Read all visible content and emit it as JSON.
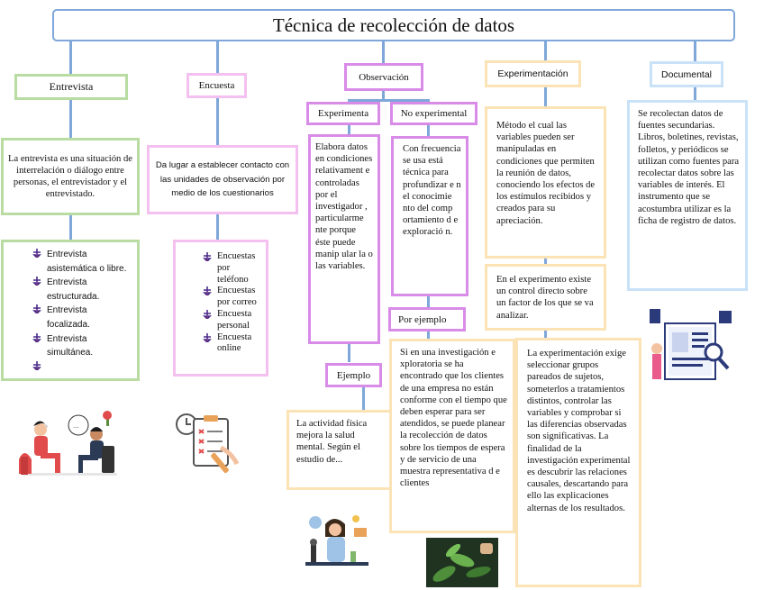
{
  "title": "Técnica de recolección de datos",
  "branches": {
    "entrevista": {
      "label": "Entrevista",
      "description": "La entrevista es una situación de interrelación o diálogo entre personas, el entrevistador y el entrevistado.",
      "types": [
        "Entrevista asistemática o libre.",
        "Entrevista estructurada.",
        "Entrevista focalizada.",
        "Entrevista simultánea.",
        ""
      ]
    },
    "encuesta": {
      "label": "Encuesta",
      "description": "Da lugar a establecer contacto con las unidades de observación por medio de los cuestionarios",
      "types": [
        "Encuestas por teléfono",
        "Encuestas por correo",
        "Encuesta personal",
        "Encuesta online"
      ]
    },
    "observacion": {
      "label": "Observación",
      "experimental": {
        "label": "Experimenta",
        "description": "Elabora datos en condiciones relativament e controladas por el investigador , particularme nte porque éste puede manip ular la o las variables.",
        "example_label": "Ejemplo",
        "example": "La actividad física mejora la salud mental. Según el estudio de..."
      },
      "no_experimental": {
        "label": "No experimental",
        "description": "Con frecuencia se usa está técnica para profundizar e n el conocimie nto del comp ortamiento d e exploració n.",
        "example_label": "Por ejemplo",
        "example": "Si en una investigación e xploratoria se ha encontrado que los clientes de una empresa no están conforme con el tiempo que deben esperar para ser atendidos, se puede planear la recolección de datos sobre los tiempos de espera y de servicio de una muestra representativa d e clientes"
      }
    },
    "experimentacion": {
      "label": "Experimentación",
      "description": "Método el cual las variables pueden ser manipuladas en condiciones que permiten la reunión de datos, conociendo los efectos de los estímulos recibidos y creados para su apreciación.",
      "control": "En el experimento existe un control directo sobre un factor de los que se va analizar.",
      "details": "La experimentación exige seleccionar grupos pareados de sujetos, someterlos a tratamientos distintos, controlar las variables y comprobar si las diferencias observadas son significativas. La finalidad de la investigación experimental es descubrir las relaciones causales, descartando para ello las explicaciones alternas de los resultados."
    },
    "documental": {
      "label": "Documental",
      "description": "Se recolectan datos de fuentes secundarias. Libros, boletines, revistas, folletos, y periódicos se utilizan como fuentes para recolectar datos sobre las variables de interés. El instrumento que se acostumbra utilizar es la ficha de registro de datos."
    }
  },
  "colors": {
    "connector": "#7fa7d9",
    "entrevista": "#b9dca3",
    "encuesta": "#f4c0f0",
    "observacion": "#d98be8",
    "experimentacion": "#fbe3b6",
    "documental": "#c9e2f7",
    "bullet": "#4b2a8a"
  },
  "illustrations": [
    "interview-illustration",
    "survey-checklist-illustration",
    "scientist-microscope-illustration",
    "plant-research-photo",
    "document-analysis-illustration"
  ]
}
